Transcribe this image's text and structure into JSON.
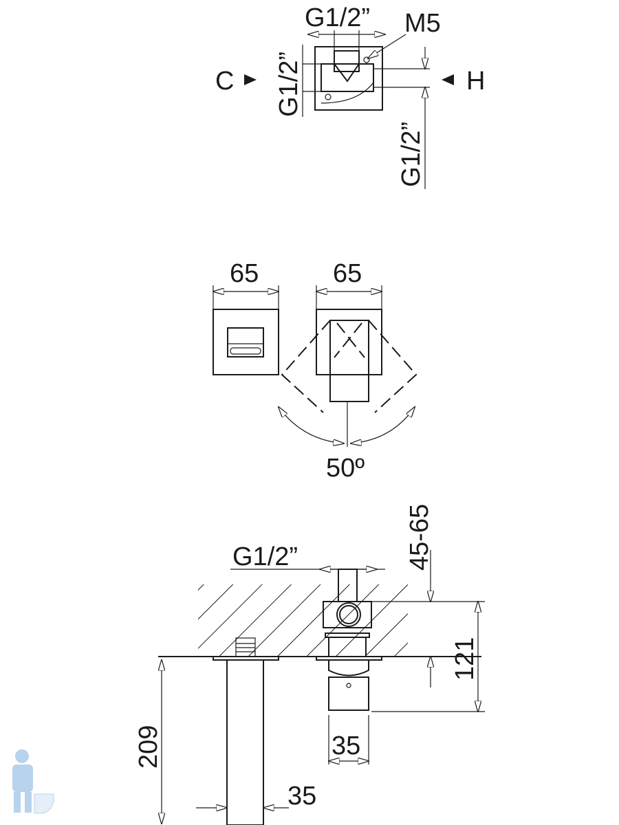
{
  "top_view": {
    "dim_top": "G1/2”",
    "label_m5": "M5",
    "label_cold": "C",
    "label_hot": "H",
    "dim_left": "G1/2”",
    "dim_right": "G1/2”"
  },
  "front_view": {
    "dim_left_width": "65",
    "dim_right_width": "65",
    "rotation_angle": "50º"
  },
  "side_view": {
    "dim_wall_depth": "45-65",
    "dim_thread": "G1/2”",
    "dim_height_121": "121",
    "dim_height_209": "209",
    "dim_spout_width": "35",
    "dim_mixer_width": "35"
  },
  "colors": {
    "line": "#1a1a1a",
    "logo": "#7fb0e0"
  }
}
